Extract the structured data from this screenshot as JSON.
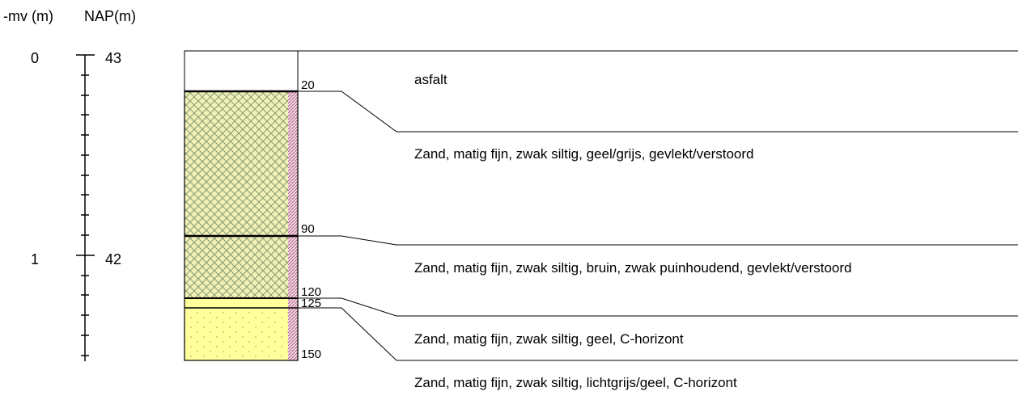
{
  "headers": {
    "mv": "-mv (m)",
    "nap": "NAP(m)"
  },
  "axis": {
    "mv_labels": [
      "0",
      "1"
    ],
    "nap_labels": [
      "43",
      "42"
    ]
  },
  "boundaries": [
    "20",
    "90",
    "120",
    "125",
    "150"
  ],
  "layers": [
    {
      "top_cm": 0,
      "bottom_cm": 20,
      "fill": "none",
      "description": "asfalt"
    },
    {
      "top_cm": 20,
      "bottom_cm": 90,
      "fill": "cross-green",
      "description": "Zand, matig fijn, zwak siltig, geel/grijs, gevlekt/verstoord"
    },
    {
      "top_cm": 90,
      "bottom_cm": 120,
      "fill": "cross-green",
      "description": "Zand, matig fijn, zwak siltig, bruin, zwak puinhoudend, gevlekt/verstoord"
    },
    {
      "top_cm": 120,
      "bottom_cm": 125,
      "fill": "plain-yellow",
      "description": "Zand, matig fijn, zwak siltig, geel, C-horizont"
    },
    {
      "top_cm": 125,
      "bottom_cm": 150,
      "fill": "dots-yellow",
      "description": "Zand, matig fijn, zwak siltig, lichtgrijs/geel, C-horizont"
    }
  ],
  "colors": {
    "cross_bg": "#f0f0b8",
    "cross_line": "#8a9a70",
    "yellow": "#ffff9c",
    "dot": "#c8c87a",
    "strip": "#d89ab4"
  }
}
